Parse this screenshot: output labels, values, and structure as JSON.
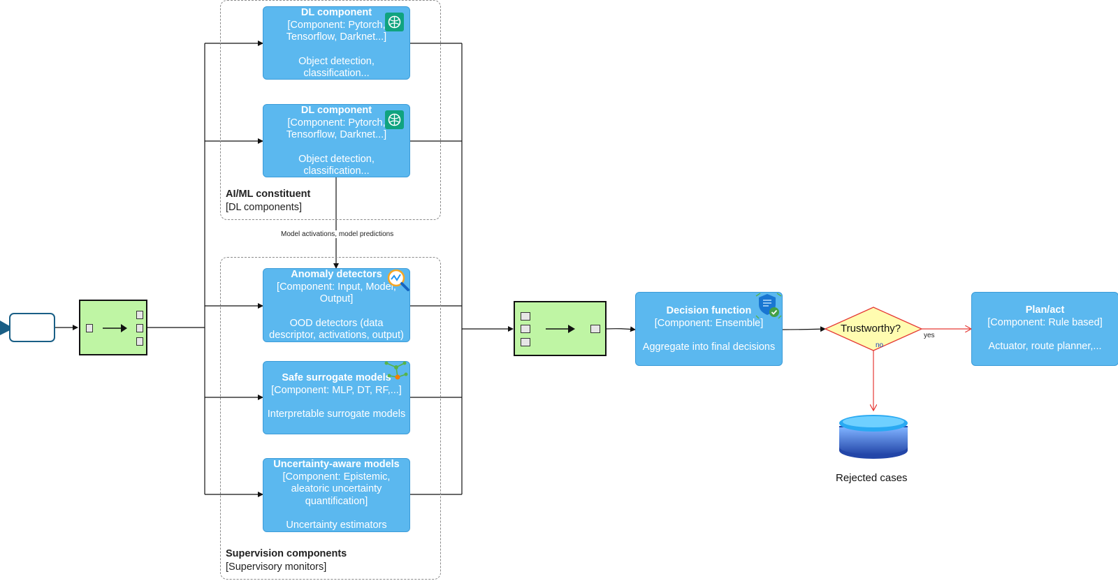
{
  "groups": {
    "aiml": {
      "title": "AI/ML constituent",
      "subtitle": "[DL components]"
    },
    "supervision": {
      "title": "Supervision components",
      "subtitle": "[Supervisory monitors]"
    }
  },
  "components": {
    "dl1": {
      "title": "DL component",
      "component": "[Component: Pytorch, Tensorflow, Darknet...]",
      "description": "Object detection, classification..."
    },
    "dl2": {
      "title": "DL component",
      "component": "[Component: Pytorch, Tensorflow, Darknet...]",
      "description": "Object detection, classification..."
    },
    "anomaly": {
      "title": "Anomaly detectors",
      "component": "[Component: Input, Model, Output]",
      "description": "OOD detectors (data descriptor, activations, output)"
    },
    "surrogate": {
      "title": "Safe surrogate models",
      "component": "[Component: MLP, DT, RF,...]",
      "description": "Interpretable surrogate models"
    },
    "uncertainty": {
      "title": "Uncertainty-aware models",
      "component": "[Component: Epistemic, aleatoric uncertainty quantification]",
      "description": "Uncertainty estimators"
    },
    "decision": {
      "title": "Decision function",
      "component": "[Component: Ensemble]",
      "description": "Aggregate into final decisions"
    },
    "plan": {
      "title": "Plan/act",
      "component": "[Component: Rule based]",
      "description": "Actuator, route planner,..."
    }
  },
  "edges": {
    "activations_label": "Model activations, model predictions",
    "yes_label": "yes",
    "no_label": "no"
  },
  "gate": {
    "question": "Trustworthy?"
  },
  "rejected": {
    "label": "Rejected cases"
  },
  "icons": {
    "camera": "camera-icon",
    "dl": "brain-chip-icon",
    "anomaly": "magnifier-chart-icon",
    "surrogate": "network-nodes-icon",
    "decision": "shield-check-icon",
    "database": "database-icon"
  },
  "colors": {
    "component_fill": "#5bb8ef",
    "mux_fill": "#bff5a4",
    "decision_fill": "#fffcb0",
    "reject_arrow": "#e53935",
    "database_top": "#29a9f2",
    "database_body": "#2346a8"
  }
}
